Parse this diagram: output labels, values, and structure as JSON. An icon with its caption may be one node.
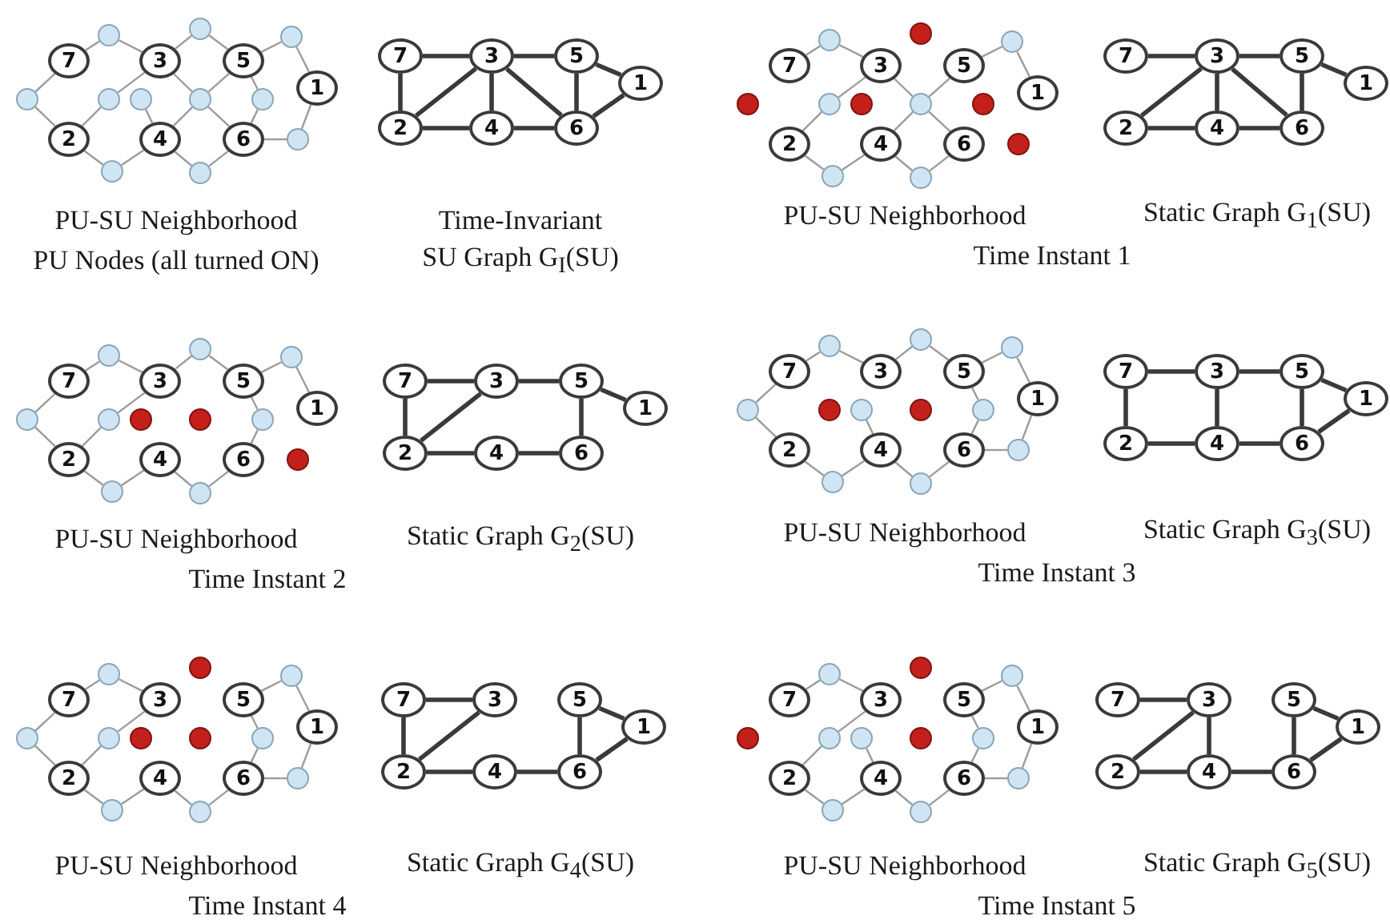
{
  "diagram": {
    "nodes": [
      {
        "text": [],
        "shape": "circle"
      },
      {
        "text": [],
        "shape": "circle"
      },
      {
        "text": [],
        "shape": "circle"
      },
      {
        "text": [
          "7"
        ]
      },
      {
        "text": [
          "3"
        ]
      },
      {
        "text": [
          "5"
        ]
      },
      {
        "text": [
          "1"
        ]
      },
      {
        "text": [],
        "shape": "circle"
      },
      {
        "text": [],
        "shape": "circle"
      },
      {
        "text": [],
        "shape": "circle"
      },
      {
        "text": [],
        "shape": "circle"
      },
      {
        "text": [],
        "shape": "circle"
      },
      {
        "text": [
          "2"
        ]
      },
      {
        "text": [
          "4"
        ]
      },
      {
        "text": [
          "6"
        ]
      },
      {
        "text": [],
        "shape": "circle"
      },
      {
        "text": [],
        "shape": "circle"
      },
      {
        "text": [],
        "shape": "circle"
      },
      {
        "text": [
          "7"
        ]
      },
      {
        "text": [
          "3"
        ]
      },
      {
        "text": [
          "5"
        ]
      },
      {
        "text": [
          "1"
        ]
      },
      {
        "text": [
          "2"
        ]
      },
      {
        "text": [
          "4"
        ]
      },
      {
        "text": [
          "6"
        ]
      },
      {
        "text": [],
        "shape": "circle"
      },
      {
        "text": [],
        "shape": "circle"
      },
      {
        "text": [],
        "shape": "circle"
      },
      {
        "text": [
          "7"
        ]
      },
      {
        "text": [
          "3"
        ]
      },
      {
        "text": [
          "5"
        ]
      },
      {
        "text": [
          "1"
        ]
      },
      {
        "text": [],
        "shape": "circle"
      },
      {
        "text": [],
        "shape": "circle"
      },
      {
        "text": [],
        "shape": "circle"
      },
      {
        "text": [],
        "shape": "circle"
      },
      {
        "text": [],
        "shape": "circle"
      },
      {
        "text": [
          "2"
        ]
      },
      {
        "text": [
          "4"
        ]
      },
      {
        "text": [
          "6"
        ]
      },
      {
        "text": [],
        "shape": "circle"
      },
      {
        "text": [],
        "shape": "circle"
      },
      {
        "text": [],
        "shape": "circle"
      },
      {
        "text": [
          "7"
        ]
      },
      {
        "text": [
          "3"
        ]
      },
      {
        "text": [
          "5"
        ]
      },
      {
        "text": [
          "1"
        ]
      },
      {
        "text": [
          "2"
        ]
      },
      {
        "text": [
          "4"
        ]
      },
      {
        "text": [
          "6"
        ]
      },
      {
        "text": [],
        "shape": "circle"
      },
      {
        "text": [],
        "shape": "circle"
      },
      {
        "text": [],
        "shape": "circle"
      },
      {
        "text": [
          "7"
        ]
      },
      {
        "text": [
          "3"
        ]
      },
      {
        "text": [
          "5"
        ]
      },
      {
        "text": [
          "1"
        ]
      },
      {
        "text": [],
        "shape": "circle"
      },
      {
        "text": [],
        "shape": "circle"
      },
      {
        "text": [],
        "shape": "circle"
      },
      {
        "text": [],
        "shape": "circle"
      },
      {
        "text": [],
        "shape": "circle"
      },
      {
        "text": [
          "2"
        ]
      },
      {
        "text": [
          "4"
        ]
      },
      {
        "text": [
          "6"
        ]
      },
      {
        "text": [],
        "shape": "circle"
      },
      {
        "text": [],
        "shape": "circle"
      },
      {
        "text": [],
        "shape": "circle"
      },
      {
        "text": [
          "7"
        ]
      },
      {
        "text": [
          "3"
        ]
      },
      {
        "text": [
          "5"
        ]
      },
      {
        "text": [
          "1"
        ]
      },
      {
        "text": [
          "2"
        ]
      },
      {
        "text": [
          "4"
        ]
      },
      {
        "text": [
          "6"
        ]
      },
      {
        "text": [],
        "shape": "circle"
      },
      {
        "text": [],
        "shape": "circle"
      },
      {
        "text": [],
        "shape": "circle"
      },
      {
        "text": [
          "7"
        ]
      },
      {
        "text": [
          "3"
        ]
      },
      {
        "text": [
          "5"
        ]
      },
      {
        "text": [
          "1"
        ]
      },
      {
        "text": [],
        "shape": "circle"
      },
      {
        "text": [],
        "shape": "circle"
      },
      {
        "text": [],
        "shape": "circle"
      },
      {
        "text": [],
        "shape": "circle"
      },
      {
        "text": [],
        "shape": "circle"
      },
      {
        "text": [
          "2"
        ]
      },
      {
        "text": [
          "4"
        ]
      },
      {
        "text": [
          "6"
        ]
      },
      {
        "text": [],
        "shape": "circle"
      },
      {
        "text": [],
        "shape": "circle"
      },
      {
        "text": [],
        "shape": "circle"
      },
      {
        "text": [
          "7"
        ]
      },
      {
        "text": [
          "3"
        ]
      },
      {
        "text": [
          "5"
        ]
      },
      {
        "text": [
          "1"
        ]
      },
      {
        "text": [
          "2"
        ]
      },
      {
        "text": [
          "4"
        ]
      },
      {
        "text": [
          "6"
        ]
      },
      {
        "text": [],
        "shape": "circle"
      },
      {
        "text": [],
        "shape": "circle"
      },
      {
        "text": [],
        "shape": "circle"
      },
      {
        "text": [
          "7"
        ]
      },
      {
        "text": [
          "3"
        ]
      },
      {
        "text": [
          "5"
        ]
      },
      {
        "text": [
          "1"
        ]
      },
      {
        "text": [],
        "shape": "circle"
      },
      {
        "text": [],
        "shape": "circle"
      },
      {
        "text": [],
        "shape": "circle"
      },
      {
        "text": [],
        "shape": "circle"
      },
      {
        "text": [],
        "shape": "circle"
      },
      {
        "text": [
          "2"
        ]
      },
      {
        "text": [
          "4"
        ]
      },
      {
        "text": [
          "6"
        ]
      },
      {
        "text": [],
        "shape": "circle"
      },
      {
        "text": [],
        "shape": "circle"
      },
      {
        "text": [],
        "shape": "circle"
      },
      {
        "text": [
          "7"
        ]
      },
      {
        "text": [
          "3"
        ]
      },
      {
        "text": [
          "5"
        ]
      },
      {
        "text": [
          "1"
        ]
      },
      {
        "text": [
          "2"
        ]
      },
      {
        "text": [
          "4"
        ]
      },
      {
        "text": [
          "6"
        ]
      },
      {
        "text": [],
        "shape": "circle"
      },
      {
        "text": [],
        "shape": "circle"
      },
      {
        "text": [],
        "shape": "circle"
      },
      {
        "text": [
          "7"
        ]
      },
      {
        "text": [
          "3"
        ]
      },
      {
        "text": [
          "5"
        ]
      },
      {
        "text": [
          "1"
        ]
      },
      {
        "text": [],
        "shape": "circle"
      },
      {
        "text": [],
        "shape": "circle"
      },
      {
        "text": [],
        "shape": "circle"
      },
      {
        "text": [],
        "shape": "circle"
      },
      {
        "text": [],
        "shape": "circle"
      },
      {
        "text": [
          "2"
        ]
      },
      {
        "text": [
          "4"
        ]
      },
      {
        "text": [
          "6"
        ]
      },
      {
        "text": [],
        "shape": "circle"
      },
      {
        "text": [],
        "shape": "circle"
      },
      {
        "text": [],
        "shape": "circle"
      },
      {
        "text": [
          "7"
        ]
      },
      {
        "text": [
          "3"
        ]
      },
      {
        "text": [
          "5"
        ]
      },
      {
        "text": [
          "1"
        ]
      },
      {
        "text": [
          "2"
        ]
      },
      {
        "text": [
          "4"
        ]
      },
      {
        "text": [
          "6"
        ]
      }
    ],
    "edges": [
      {
        "from": 0,
        "to": 3,
        "arrow": "none"
      },
      {
        "from": 0,
        "to": 4,
        "arrow": "none"
      },
      {
        "from": 1,
        "to": 4,
        "arrow": "none"
      },
      {
        "from": 1,
        "to": 5,
        "arrow": "none"
      },
      {
        "from": 2,
        "to": 5,
        "arrow": "none"
      },
      {
        "from": 2,
        "to": 6,
        "arrow": "none"
      },
      {
        "from": 7,
        "to": 3,
        "arrow": "none"
      },
      {
        "from": 7,
        "to": 12,
        "arrow": "none"
      },
      {
        "from": 8,
        "to": 12,
        "arrow": "none"
      },
      {
        "from": 8,
        "to": 4,
        "arrow": "none"
      },
      {
        "from": 9,
        "to": 13,
        "arrow": "none"
      },
      {
        "from": 10,
        "to": 4,
        "arrow": "none"
      },
      {
        "from": 10,
        "to": 13,
        "arrow": "none"
      },
      {
        "from": 10,
        "to": 5,
        "arrow": "none"
      },
      {
        "from": 10,
        "to": 14,
        "arrow": "none"
      },
      {
        "from": 11,
        "to": 5,
        "arrow": "none"
      },
      {
        "from": 11,
        "to": 14,
        "arrow": "none"
      },
      {
        "from": 15,
        "to": 14,
        "arrow": "none"
      },
      {
        "from": 15,
        "to": 6,
        "arrow": "none"
      },
      {
        "from": 16,
        "to": 12,
        "arrow": "none"
      },
      {
        "from": 16,
        "to": 13,
        "arrow": "none"
      },
      {
        "from": 17,
        "to": 13,
        "arrow": "none"
      },
      {
        "from": 17,
        "to": 14,
        "arrow": "none"
      },
      {
        "from": 18,
        "to": 19,
        "arrow": "none",
        "style": "thick",
        "color": "#3a3a3a"
      },
      {
        "from": 19,
        "to": 20,
        "arrow": "none",
        "style": "thick",
        "color": "#3a3a3a"
      },
      {
        "from": 20,
        "to": 21,
        "arrow": "none",
        "style": "thick",
        "color": "#3a3a3a"
      },
      {
        "from": 18,
        "to": 22,
        "arrow": "none",
        "style": "thick",
        "color": "#3a3a3a"
      },
      {
        "from": 22,
        "to": 19,
        "arrow": "none",
        "style": "thick",
        "color": "#3a3a3a"
      },
      {
        "from": 19,
        "to": 23,
        "arrow": "none",
        "style": "thick",
        "color": "#3a3a3a"
      },
      {
        "from": 19,
        "to": 24,
        "arrow": "none",
        "style": "thick",
        "color": "#3a3a3a"
      },
      {
        "from": 20,
        "to": 24,
        "arrow": "none",
        "style": "thick",
        "color": "#3a3a3a"
      },
      {
        "from": 24,
        "to": 21,
        "arrow": "none",
        "style": "thick",
        "color": "#3a3a3a"
      },
      {
        "from": 22,
        "to": 23,
        "arrow": "none",
        "style": "thick",
        "color": "#3a3a3a"
      },
      {
        "from": 23,
        "to": 24,
        "arrow": "none",
        "style": "thick",
        "color": "#3a3a3a"
      },
      {
        "from": 25,
        "to": 28,
        "arrow": "none"
      },
      {
        "from": 25,
        "to": 29,
        "arrow": "none"
      },
      {
        "from": 27,
        "to": 30,
        "arrow": "none"
      },
      {
        "from": 27,
        "to": 31,
        "arrow": "none"
      },
      {
        "from": 33,
        "to": 37,
        "arrow": "none"
      },
      {
        "from": 33,
        "to": 29,
        "arrow": "none"
      },
      {
        "from": 35,
        "to": 29,
        "arrow": "none"
      },
      {
        "from": 35,
        "to": 38,
        "arrow": "none"
      },
      {
        "from": 35,
        "to": 30,
        "arrow": "none"
      },
      {
        "from": 35,
        "to": 39,
        "arrow": "none"
      },
      {
        "from": 41,
        "to": 37,
        "arrow": "none"
      },
      {
        "from": 41,
        "to": 38,
        "arrow": "none"
      },
      {
        "from": 42,
        "to": 38,
        "arrow": "none"
      },
      {
        "from": 42,
        "to": 39,
        "arrow": "none"
      },
      {
        "from": 43,
        "to": 44,
        "arrow": "none",
        "style": "thick",
        "color": "#3a3a3a"
      },
      {
        "from": 44,
        "to": 45,
        "arrow": "none",
        "style": "thick",
        "color": "#3a3a3a"
      },
      {
        "from": 45,
        "to": 46,
        "arrow": "none",
        "style": "thick",
        "color": "#3a3a3a"
      },
      {
        "from": 47,
        "to": 44,
        "arrow": "none",
        "style": "thick",
        "color": "#3a3a3a"
      },
      {
        "from": 44,
        "to": 48,
        "arrow": "none",
        "style": "thick",
        "color": "#3a3a3a"
      },
      {
        "from": 44,
        "to": 49,
        "arrow": "none",
        "style": "thick",
        "color": "#3a3a3a"
      },
      {
        "from": 45,
        "to": 49,
        "arrow": "none",
        "style": "thick",
        "color": "#3a3a3a"
      },
      {
        "from": 47,
        "to": 48,
        "arrow": "none",
        "style": "thick",
        "color": "#3a3a3a"
      },
      {
        "from": 48,
        "to": 49,
        "arrow": "none",
        "style": "thick",
        "color": "#3a3a3a"
      },
      {
        "from": 50,
        "to": 53,
        "arrow": "none"
      },
      {
        "from": 50,
        "to": 54,
        "arrow": "none"
      },
      {
        "from": 51,
        "to": 54,
        "arrow": "none"
      },
      {
        "from": 51,
        "to": 55,
        "arrow": "none"
      },
      {
        "from": 52,
        "to": 55,
        "arrow": "none"
      },
      {
        "from": 52,
        "to": 56,
        "arrow": "none"
      },
      {
        "from": 57,
        "to": 53,
        "arrow": "none"
      },
      {
        "from": 57,
        "to": 62,
        "arrow": "none"
      },
      {
        "from": 58,
        "to": 62,
        "arrow": "none"
      },
      {
        "from": 58,
        "to": 54,
        "arrow": "none"
      },
      {
        "from": 61,
        "to": 55,
        "arrow": "none"
      },
      {
        "from": 61,
        "to": 64,
        "arrow": "none"
      },
      {
        "from": 66,
        "to": 62,
        "arrow": "none"
      },
      {
        "from": 66,
        "to": 63,
        "arrow": "none"
      },
      {
        "from": 67,
        "to": 63,
        "arrow": "none"
      },
      {
        "from": 67,
        "to": 64,
        "arrow": "none"
      },
      {
        "from": 68,
        "to": 69,
        "arrow": "none",
        "style": "thick",
        "color": "#3a3a3a"
      },
      {
        "from": 69,
        "to": 70,
        "arrow": "none",
        "style": "thick",
        "color": "#3a3a3a"
      },
      {
        "from": 70,
        "to": 71,
        "arrow": "none",
        "style": "thick",
        "color": "#3a3a3a"
      },
      {
        "from": 68,
        "to": 72,
        "arrow": "none",
        "style": "thick",
        "color": "#3a3a3a"
      },
      {
        "from": 72,
        "to": 69,
        "arrow": "none",
        "style": "thick",
        "color": "#3a3a3a"
      },
      {
        "from": 70,
        "to": 74,
        "arrow": "none",
        "style": "thick",
        "color": "#3a3a3a"
      },
      {
        "from": 72,
        "to": 73,
        "arrow": "none",
        "style": "thick",
        "color": "#3a3a3a"
      },
      {
        "from": 73,
        "to": 74,
        "arrow": "none",
        "style": "thick",
        "color": "#3a3a3a"
      },
      {
        "from": 75,
        "to": 78,
        "arrow": "none"
      },
      {
        "from": 75,
        "to": 79,
        "arrow": "none"
      },
      {
        "from": 76,
        "to": 79,
        "arrow": "none"
      },
      {
        "from": 76,
        "to": 80,
        "arrow": "none"
      },
      {
        "from": 77,
        "to": 80,
        "arrow": "none"
      },
      {
        "from": 77,
        "to": 81,
        "arrow": "none"
      },
      {
        "from": 82,
        "to": 78,
        "arrow": "none"
      },
      {
        "from": 82,
        "to": 87,
        "arrow": "none"
      },
      {
        "from": 84,
        "to": 88,
        "arrow": "none"
      },
      {
        "from": 86,
        "to": 80,
        "arrow": "none"
      },
      {
        "from": 86,
        "to": 89,
        "arrow": "none"
      },
      {
        "from": 90,
        "to": 89,
        "arrow": "none"
      },
      {
        "from": 90,
        "to": 81,
        "arrow": "none"
      },
      {
        "from": 91,
        "to": 87,
        "arrow": "none"
      },
      {
        "from": 91,
        "to": 88,
        "arrow": "none"
      },
      {
        "from": 92,
        "to": 88,
        "arrow": "none"
      },
      {
        "from": 92,
        "to": 89,
        "arrow": "none"
      },
      {
        "from": 93,
        "to": 94,
        "arrow": "none",
        "style": "thick",
        "color": "#3a3a3a"
      },
      {
        "from": 94,
        "to": 95,
        "arrow": "none",
        "style": "thick",
        "color": "#3a3a3a"
      },
      {
        "from": 95,
        "to": 96,
        "arrow": "none",
        "style": "thick",
        "color": "#3a3a3a"
      },
      {
        "from": 93,
        "to": 97,
        "arrow": "none",
        "style": "thick",
        "color": "#3a3a3a"
      },
      {
        "from": 94,
        "to": 98,
        "arrow": "none",
        "style": "thick",
        "color": "#3a3a3a"
      },
      {
        "from": 95,
        "to": 99,
        "arrow": "none",
        "style": "thick",
        "color": "#3a3a3a"
      },
      {
        "from": 99,
        "to": 96,
        "arrow": "none",
        "style": "thick",
        "color": "#3a3a3a"
      },
      {
        "from": 97,
        "to": 98,
        "arrow": "none",
        "style": "thick",
        "color": "#3a3a3a"
      },
      {
        "from": 98,
        "to": 99,
        "arrow": "none",
        "style": "thick",
        "color": "#3a3a3a"
      },
      {
        "from": 100,
        "to": 103,
        "arrow": "none"
      },
      {
        "from": 100,
        "to": 104,
        "arrow": "none"
      },
      {
        "from": 102,
        "to": 105,
        "arrow": "none"
      },
      {
        "from": 102,
        "to": 106,
        "arrow": "none"
      },
      {
        "from": 107,
        "to": 103,
        "arrow": "none"
      },
      {
        "from": 107,
        "to": 112,
        "arrow": "none"
      },
      {
        "from": 108,
        "to": 112,
        "arrow": "none"
      },
      {
        "from": 108,
        "to": 104,
        "arrow": "none"
      },
      {
        "from": 111,
        "to": 105,
        "arrow": "none"
      },
      {
        "from": 111,
        "to": 114,
        "arrow": "none"
      },
      {
        "from": 115,
        "to": 114,
        "arrow": "none"
      },
      {
        "from": 115,
        "to": 106,
        "arrow": "none"
      },
      {
        "from": 116,
        "to": 112,
        "arrow": "none"
      },
      {
        "from": 116,
        "to": 113,
        "arrow": "none"
      },
      {
        "from": 117,
        "to": 113,
        "arrow": "none"
      },
      {
        "from": 117,
        "to": 114,
        "arrow": "none"
      },
      {
        "from": 118,
        "to": 119,
        "arrow": "none",
        "style": "thick",
        "color": "#3a3a3a"
      },
      {
        "from": 120,
        "to": 121,
        "arrow": "none",
        "style": "thick",
        "color": "#3a3a3a"
      },
      {
        "from": 118,
        "to": 122,
        "arrow": "none",
        "style": "thick",
        "color": "#3a3a3a"
      },
      {
        "from": 122,
        "to": 119,
        "arrow": "none",
        "style": "thick",
        "color": "#3a3a3a"
      },
      {
        "from": 120,
        "to": 124,
        "arrow": "none",
        "style": "thick",
        "color": "#3a3a3a"
      },
      {
        "from": 124,
        "to": 121,
        "arrow": "none",
        "style": "thick",
        "color": "#3a3a3a"
      },
      {
        "from": 122,
        "to": 123,
        "arrow": "none",
        "style": "thick",
        "color": "#3a3a3a"
      },
      {
        "from": 123,
        "to": 124,
        "arrow": "none",
        "style": "thick",
        "color": "#3a3a3a"
      },
      {
        "from": 125,
        "to": 128,
        "arrow": "none"
      },
      {
        "from": 125,
        "to": 129,
        "arrow": "none"
      },
      {
        "from": 127,
        "to": 130,
        "arrow": "none"
      },
      {
        "from": 127,
        "to": 131,
        "arrow": "none"
      },
      {
        "from": 133,
        "to": 137,
        "arrow": "none"
      },
      {
        "from": 133,
        "to": 129,
        "arrow": "none"
      },
      {
        "from": 134,
        "to": 138,
        "arrow": "none"
      },
      {
        "from": 136,
        "to": 130,
        "arrow": "none"
      },
      {
        "from": 136,
        "to": 139,
        "arrow": "none"
      },
      {
        "from": 140,
        "to": 139,
        "arrow": "none"
      },
      {
        "from": 140,
        "to": 131,
        "arrow": "none"
      },
      {
        "from": 141,
        "to": 137,
        "arrow": "none"
      },
      {
        "from": 141,
        "to": 138,
        "arrow": "none"
      },
      {
        "from": 142,
        "to": 138,
        "arrow": "none"
      },
      {
        "from": 142,
        "to": 139,
        "arrow": "none"
      },
      {
        "from": 143,
        "to": 144,
        "arrow": "none",
        "style": "thick",
        "color": "#3a3a3a"
      },
      {
        "from": 145,
        "to": 146,
        "arrow": "none",
        "style": "thick",
        "color": "#3a3a3a"
      },
      {
        "from": 147,
        "to": 144,
        "arrow": "none",
        "style": "thick",
        "color": "#3a3a3a"
      },
      {
        "from": 144,
        "to": 148,
        "arrow": "none",
        "style": "thick",
        "color": "#3a3a3a"
      },
      {
        "from": 145,
        "to": 149,
        "arrow": "none",
        "style": "thick",
        "color": "#3a3a3a"
      },
      {
        "from": 149,
        "to": 146,
        "arrow": "none",
        "style": "thick",
        "color": "#3a3a3a"
      },
      {
        "from": 147,
        "to": 148,
        "arrow": "none",
        "style": "thick",
        "color": "#3a3a3a"
      },
      {
        "from": 148,
        "to": 149,
        "arrow": "none",
        "style": "thick",
        "color": "#3a3a3a"
      }
    ],
    "labels": [
      "PU-SU Neighborhood",
      "Time-Invariant",
      "PU-SU Neighborhood",
      "Static Graph G$_{1}$(SU)",
      "PU Nodes (all turned ON)",
      "SU Graph G$_{I}$(SU)",
      "Time Instant 1",
      "PU-SU Neighborhood",
      "Static Graph G$_{2}$(SU)",
      "PU-SU Neighborhood",
      "Static Graph G$_{3}$(SU)",
      "Time Instant 2",
      "Time Instant 3",
      "PU-SU Neighborhood",
      "Static Graph G$_{4}$(SU)",
      "PU-SU Neighborhood",
      "Static Graph G$_{5}$(SU)",
      "Time Instant 4",
      "Time Instant 5"
    ]
  }
}
